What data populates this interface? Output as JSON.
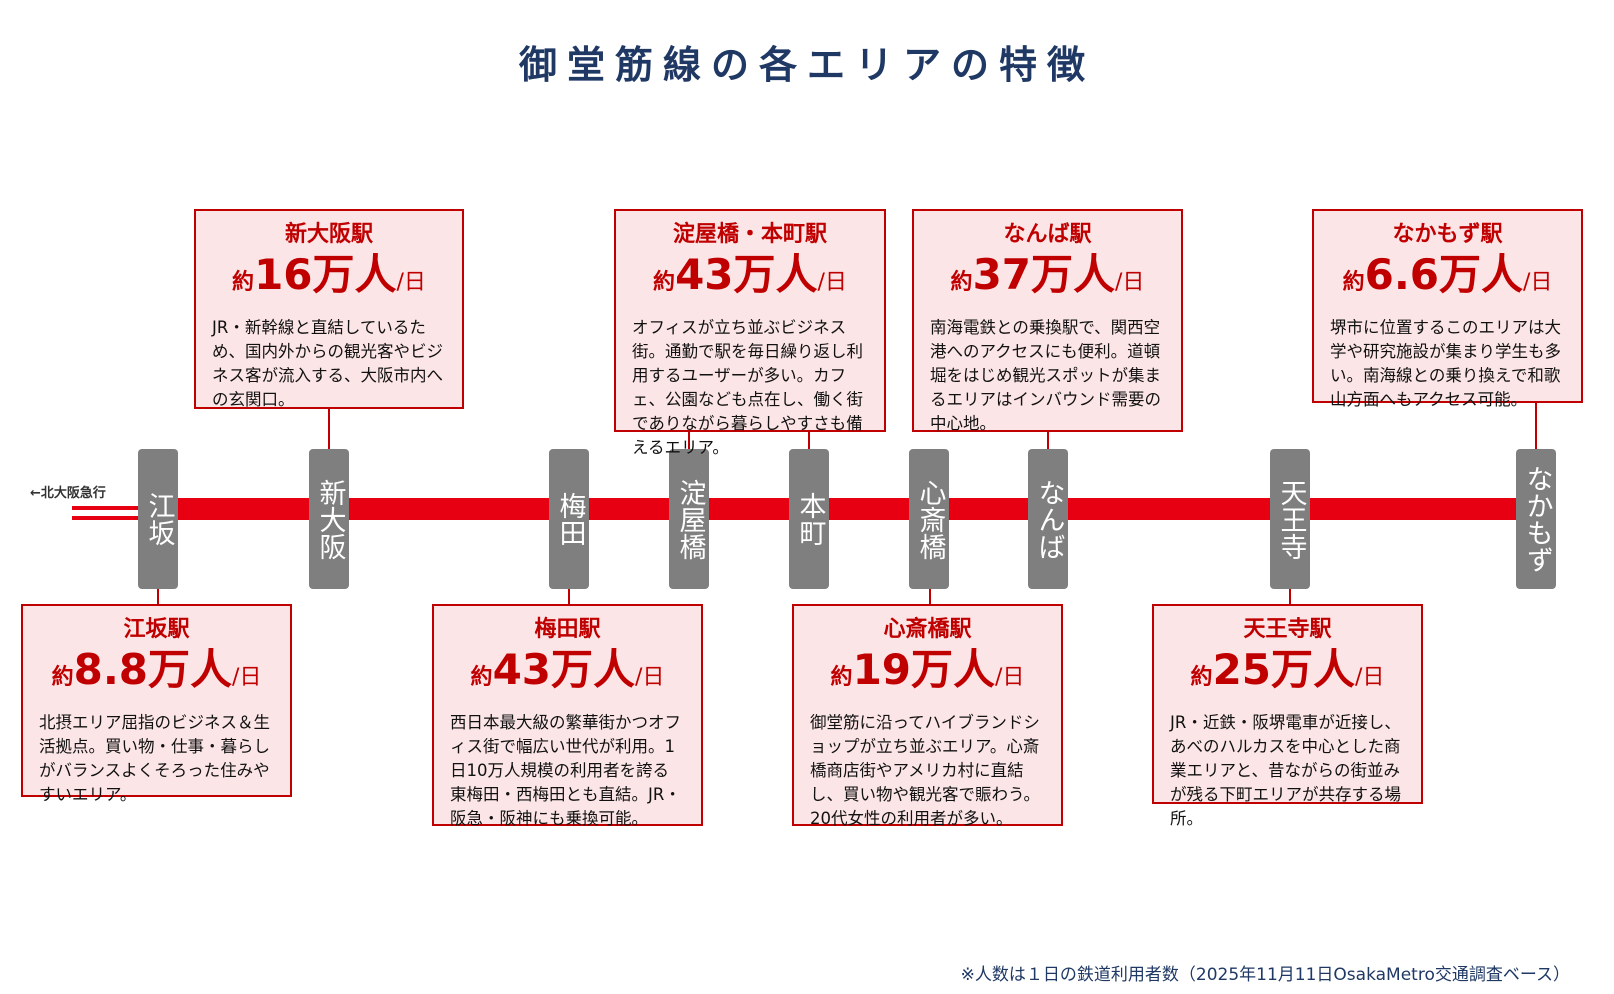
{
  "title": "御堂筋線の各エリアの特徴",
  "direction_label": "←北大阪急行",
  "stations": [
    {
      "id": "esaka",
      "label": "江坂"
    },
    {
      "id": "shin-osaka",
      "label": "新大阪"
    },
    {
      "id": "umeda",
      "label": "梅田"
    },
    {
      "id": "yodoyabashi",
      "label": "淀屋橋"
    },
    {
      "id": "hommachi",
      "label": "本町"
    },
    {
      "id": "shinsaibashi",
      "label": "心斎橋"
    },
    {
      "id": "namba",
      "label": "なんば"
    },
    {
      "id": "tennoji",
      "label": "天王寺"
    },
    {
      "id": "nakamozu",
      "label": "なかもず"
    }
  ],
  "areas": [
    {
      "id": "shin-osaka",
      "name": "新大阪駅",
      "prefix": "約",
      "count": "16万人",
      "unit": "/日",
      "ridership_man_per_day": 16,
      "description": "JR・新幹線と直結しているため、国内外からの観光客やビジネス客が流入する、大阪市内への玄関口。"
    },
    {
      "id": "yodoyabashi-hommachi",
      "name": "淀屋橋・本町駅",
      "prefix": "約",
      "count": "43万人",
      "unit": "/日",
      "ridership_man_per_day": 43,
      "description": "オフィスが立ち並ぶビジネス街。通勤で駅を毎日繰り返し利用するユーザーが多い。カフェ、公園なども点在し、働く街でありながら暮らしやすさも備えるエリア。"
    },
    {
      "id": "namba",
      "name": "なんば駅",
      "prefix": "約",
      "count": "37万人",
      "unit": "/日",
      "ridership_man_per_day": 37,
      "description": "南海電鉄との乗換駅で、関西空港へのアクセスにも便利。道頓堀をはじめ観光スポットが集まるエリアはインバウンド需要の中心地。"
    },
    {
      "id": "nakamozu",
      "name": "なかもず駅",
      "prefix": "約",
      "count": "6.6万人",
      "unit": "/日",
      "ridership_man_per_day": 6.6,
      "description": "堺市に位置するこのエリアは大学や研究施設が集まり学生も多い。南海線との乗り換えで和歌山方面へもアクセス可能。"
    },
    {
      "id": "esaka",
      "name": "江坂駅",
      "prefix": "約",
      "count": "8.8万人",
      "unit": "/日",
      "ridership_man_per_day": 8.8,
      "description": "北摂エリア屈指のビジネス＆生活拠点。買い物・仕事・暮らしがバランスよくそろった住みやすいエリア。"
    },
    {
      "id": "umeda",
      "name": "梅田駅",
      "prefix": "約",
      "count": "43万人",
      "unit": "/日",
      "ridership_man_per_day": 43,
      "description": "西日本最大級の繁華街かつオフィス街で幅広い世代が利用。1日10万人規模の利用者を誇る東梅田・西梅田とも直結。JR・阪急・阪神にも乗換可能。"
    },
    {
      "id": "shinsaibashi",
      "name": "心斎橋駅",
      "prefix": "約",
      "count": "19万人",
      "unit": "/日",
      "ridership_man_per_day": 19,
      "description": "御堂筋に沿ってハイブランドショップが立ち並ぶエリア。心斎橋商店街やアメリカ村に直結し、買い物や観光客で賑わう。20代女性の利用者が多い。"
    },
    {
      "id": "tennoji",
      "name": "天王寺駅",
      "prefix": "約",
      "count": "25万人",
      "unit": "/日",
      "ridership_man_per_day": 25,
      "description": "JR・近鉄・阪堺電車が近接し、あべのハルカスを中心とした商業エリアと、昔ながらの街並みが残る下町エリアが共存する場所。"
    }
  ],
  "footnote": "※人数は１日の鉄道利用者数（2025年11月11日OsakaMetro交通調査ベース）",
  "colors": {
    "title": "#1f3864",
    "line": "#e60012",
    "station_box": "#7f7f7f",
    "card_border": "#c00000",
    "card_fill": "#fbe5e6",
    "accent_text": "#c00000"
  }
}
